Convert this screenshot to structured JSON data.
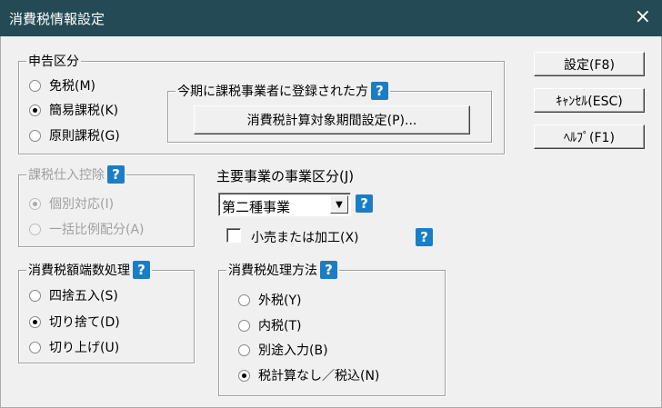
{
  "window": {
    "title": "消費税情報設定",
    "close_icon": "×"
  },
  "filing": {
    "title": "申告区分",
    "options": [
      "免税(M)",
      "簡易課税(K)",
      "原則課税(G)"
    ],
    "selected": 1,
    "registered": {
      "title": "今期に課税事業者に登録された方",
      "button": "消費税計算対象期間設定(P)..."
    }
  },
  "buttons": {
    "ok": "設定(F8)",
    "cancel": "ｷｬﾝｾﾙ(ESC)",
    "help": "ﾍﾙﾌﾟ(F1)"
  },
  "deduction": {
    "title": "課税仕入控除",
    "options": [
      "個別対応(I)",
      "一括比例配分(A)"
    ],
    "selected": 0,
    "disabled": true
  },
  "business": {
    "label": "主要事業の事業区分(J)",
    "value": "第二種事業",
    "retail_label": "小売または加工(X)",
    "retail_checked": false
  },
  "rounding": {
    "title": "消費税額端数処理",
    "options": [
      "四捨五入(S)",
      "切り捨て(D)",
      "切り上げ(U)"
    ],
    "selected": 1
  },
  "method": {
    "title": "消費税処理方法",
    "options": [
      "外税(Y)",
      "内税(T)",
      "別途入力(B)",
      "税計算なし／税込(N)"
    ],
    "selected": 3
  },
  "help_icon": "?"
}
